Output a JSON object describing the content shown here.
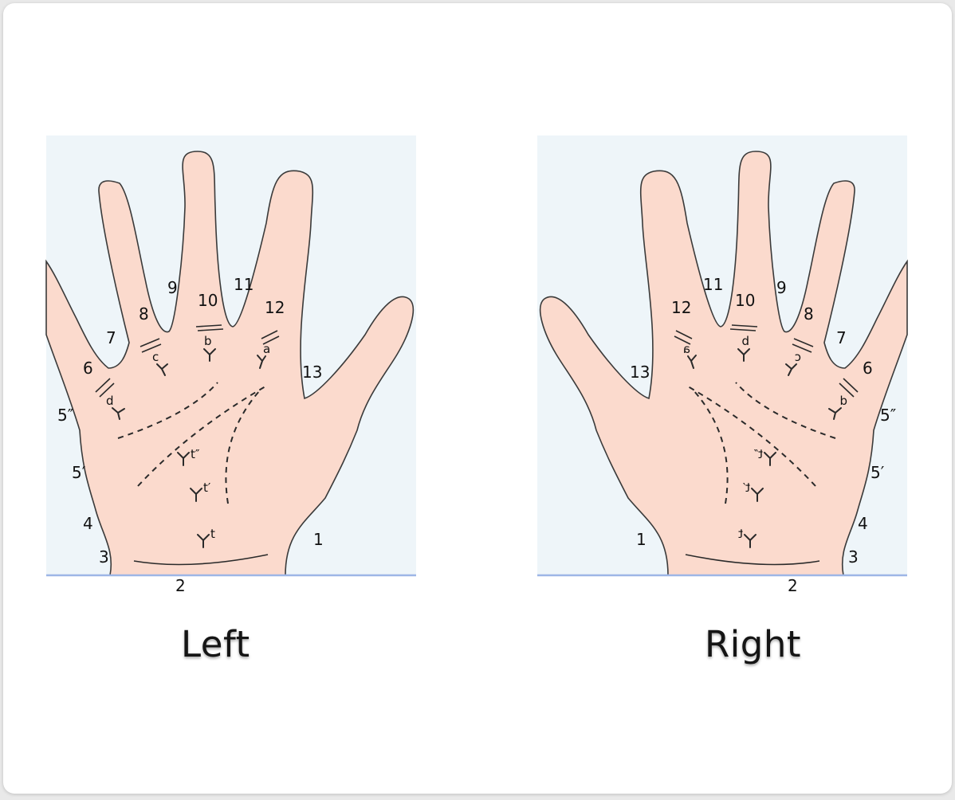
{
  "captions": {
    "left": "Left",
    "right": "Right"
  },
  "labels": {
    "n1": "1",
    "n2": "2",
    "n3": "3",
    "n4": "4",
    "n5p": "5′",
    "n5pp": "5″",
    "n6": "6",
    "n7": "7",
    "n8": "8",
    "n9": "9",
    "n10": "10",
    "n11": "11",
    "n12": "12",
    "n13": "13"
  },
  "triradii": {
    "a": "a",
    "b": "b",
    "c": "c",
    "d": "d",
    "t": "t",
    "tp": "t′",
    "tpp": "t″"
  },
  "colors": {
    "skin": "#fbdacd",
    "panel_background": "#eef5f9",
    "baseline": "#9db6e6",
    "outline": "#3a3a3a"
  }
}
